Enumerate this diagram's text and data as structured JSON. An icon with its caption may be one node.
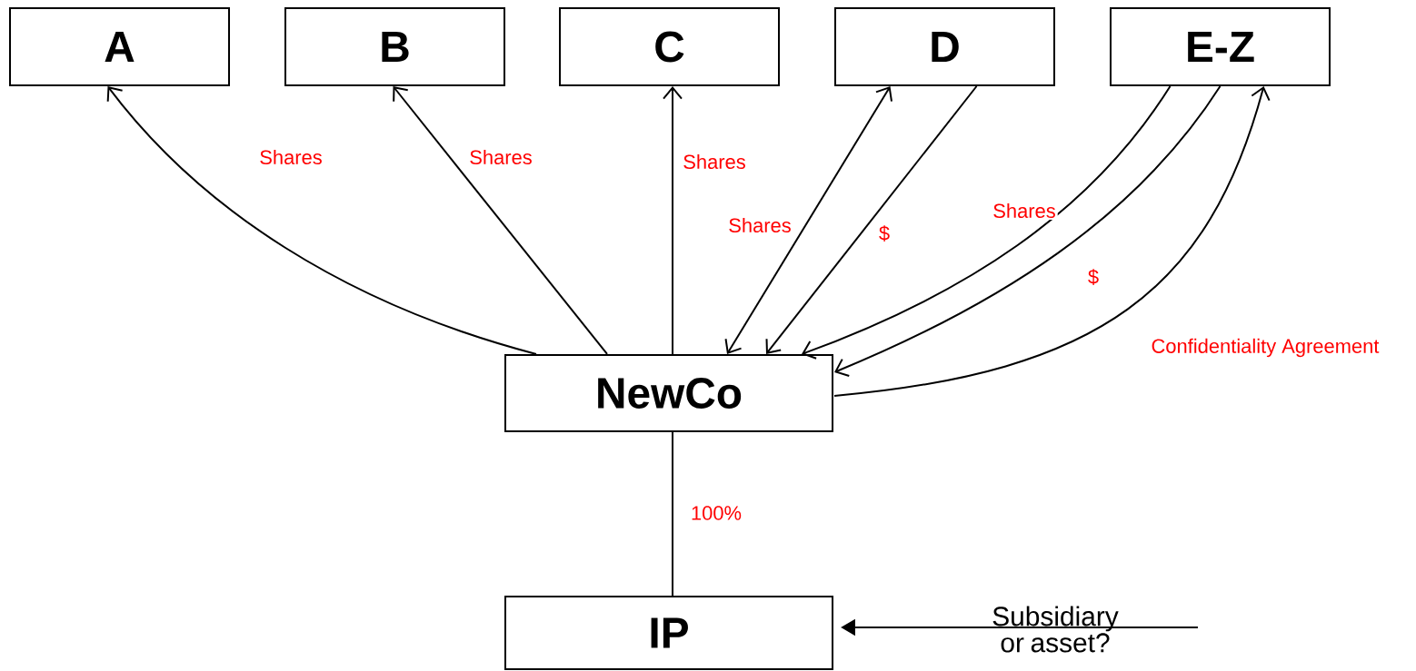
{
  "diagram": {
    "nodes": [
      {
        "text": [
          "A"
        ]
      },
      {
        "text": [
          "B"
        ]
      },
      {
        "text": [
          "C"
        ]
      },
      {
        "text": [
          "D"
        ]
      },
      {
        "text": [
          "E-Z"
        ]
      },
      {
        "text": [
          "NewCo"
        ]
      },
      {
        "text": [
          "IP"
        ]
      },
      {
        "text": [
          "Subsidiary or asset?"
        ]
      }
    ],
    "edges": [
      {
        "from": 5,
        "to": 0,
        "arrow": "to",
        "label": "Shares"
      },
      {
        "from": 5,
        "to": 1,
        "arrow": "to",
        "label": "Shares"
      },
      {
        "from": 5,
        "to": 2,
        "arrow": "to",
        "label": "Shares"
      },
      {
        "from": 5,
        "to": 3,
        "arrow": "both",
        "label": "Shares"
      },
      {
        "from": 3,
        "to": 5,
        "arrow": "to",
        "label": "$"
      },
      {
        "from": 4,
        "to": 5,
        "arrow": "to",
        "label": "Shares"
      },
      {
        "from": 4,
        "to": 5,
        "arrow": "to",
        "label": "$"
      },
      {
        "from": 5,
        "to": 4,
        "arrow": "to",
        "label": "Confidentiality Agreement"
      },
      {
        "from": 5,
        "to": 6,
        "arrow": "none",
        "label": "100%"
      },
      {
        "from": 7,
        "to": 6,
        "arrow": "to"
      }
    ]
  }
}
